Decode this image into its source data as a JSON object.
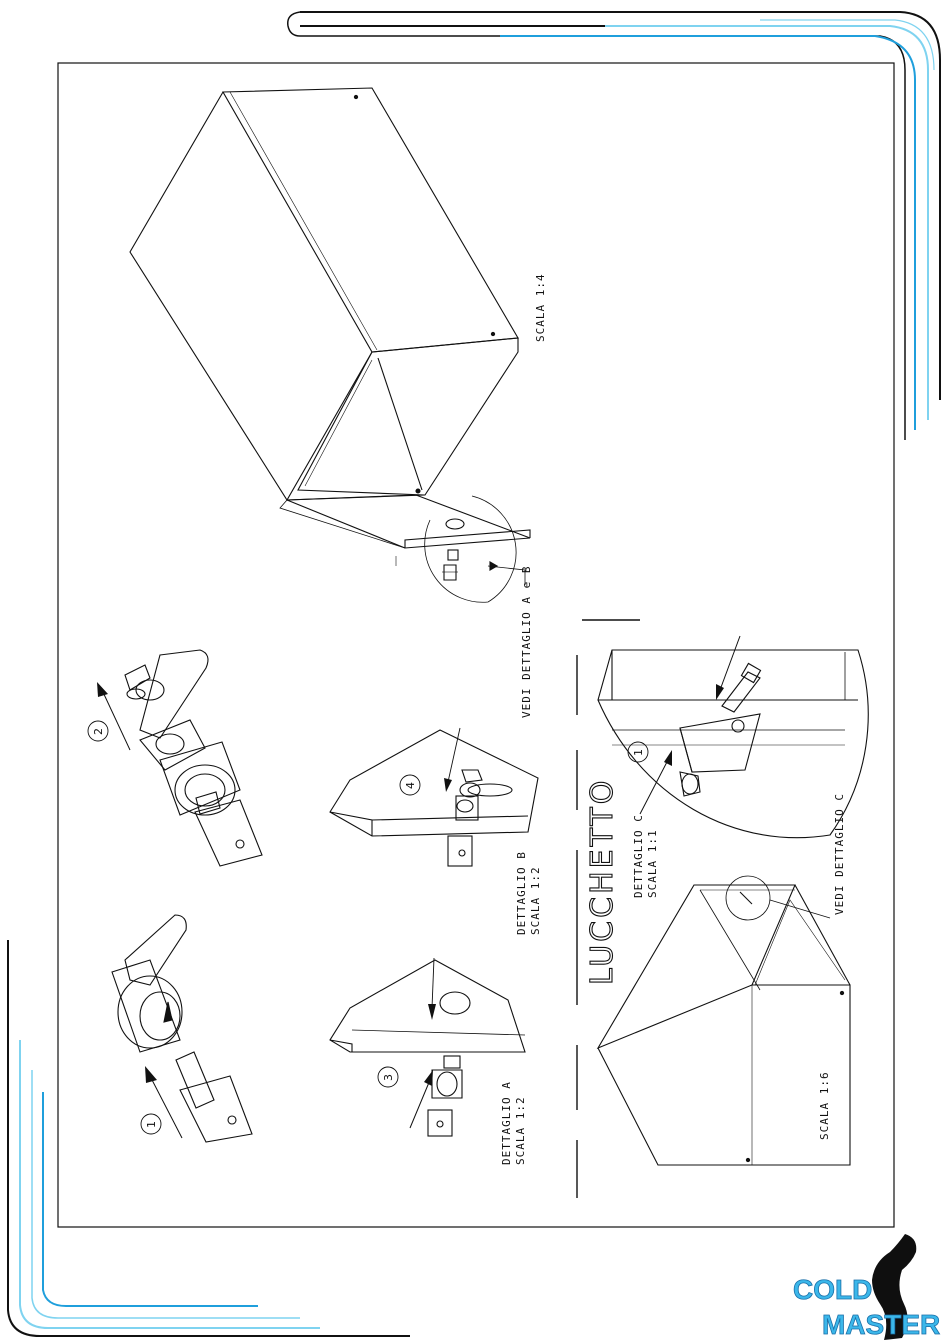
{
  "views": {
    "main": {
      "scale": "SCALA 1:4",
      "callout": "VEDI DETTAGLIO A e B"
    },
    "detail_a": {
      "title": "DETTAGLIO A",
      "scale": "SCALA 1:2"
    },
    "detail_b": {
      "title": "DETTAGLIO B",
      "scale": "SCALA 1:2"
    },
    "detail_c": {
      "title": "DETTAGLIO C",
      "scale": "SCALA 1:1"
    },
    "box_small": {
      "scale": "SCALA 1:6",
      "callout": "VEDI DETTAGLIO C"
    }
  },
  "section_title": "LUCCHETTO",
  "steps": [
    "1",
    "2",
    "3",
    "4",
    "1"
  ],
  "logo": {
    "line1": "COLD",
    "line2": "MASTER"
  },
  "colors": {
    "line": "#111111",
    "accent_blue": "#1f9fdc",
    "accent_light": "#7fd3f0",
    "logo_fill": "#3bb7ea"
  }
}
